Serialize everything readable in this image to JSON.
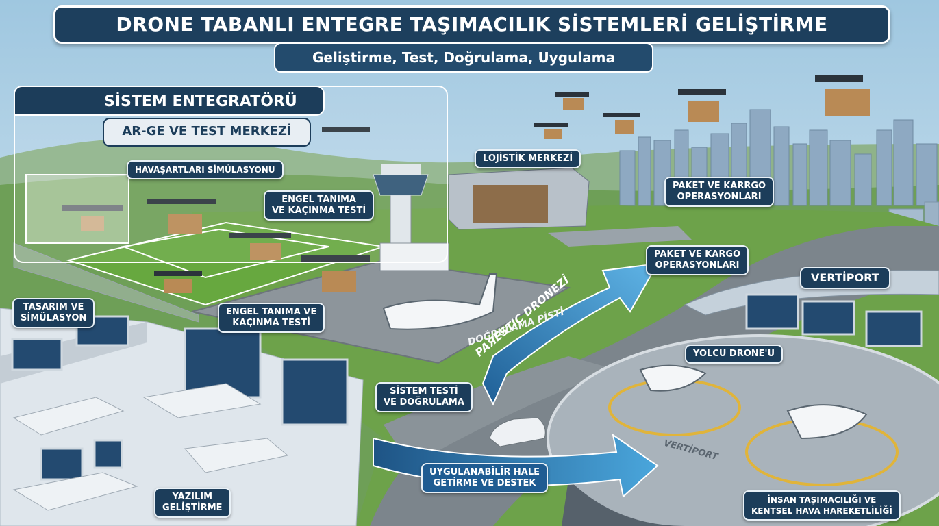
{
  "title": "DRONE TABANLI ENTEGRE TAŞIMACILIK SİSTEMLERİ GELİŞTİRME",
  "subtitle": "Geliştirme, Test, Doğrulama, Uygulama",
  "integrator": {
    "title": "SİSTEM ENTEGRATÖRÜ",
    "rd_center": "AR-GE VE TEST MERKEZİ"
  },
  "labels": {
    "weather_sim": "HAVAŞARTLARI SİMÜLASYONU",
    "obstacle_test_1": [
      "ENGEL TANIMA",
      "VE KAÇINMA TESTİ"
    ],
    "obstacle_test_2": [
      "ENGEL TANIMA VE",
      "KAÇINMA TESTİ"
    ],
    "design_sim": [
      "TASARIM VE",
      "SİMÜLASYON"
    ],
    "software_dev": [
      "YAZILIM",
      "GELİŞTİRME"
    ],
    "system_test": [
      "SİSTEM TESTİ",
      "VE DOĞRULAMA"
    ],
    "logistics_center": "LOJİSTİK MERKEZİ",
    "parcel_ops_1": [
      "PAKET VE KARRGO",
      "OPERASYONLARI"
    ],
    "parcel_ops_2": [
      "PAKET VE KARGO",
      "OPERASYONLARI"
    ],
    "vertiport": "VERTİPORT",
    "passenger_drone": "YOLCU DRONE'U",
    "deploy_support": [
      "UYGULANABİLİR HALE",
      "GETİRME VE DESTEK"
    ],
    "passenger_transport": [
      "İNSAN TAŞIMACILIĞI VE",
      "KENTSEL HAVA HAREKETLİLİĞİ"
    ]
  },
  "road_markings": {
    "validation_track": "DOĞRULAMA PİSTİ",
    "arrow_text": "PAЯESTIC DRONEZİ",
    "vertiport_ground": "VERTİPORT"
  },
  "colors": {
    "label_bg": "#1c3d5a",
    "arrow": "#2a7fc1",
    "sky": "#cfe3ef",
    "grass": "#5f9a3c",
    "road": "#7c858c"
  }
}
